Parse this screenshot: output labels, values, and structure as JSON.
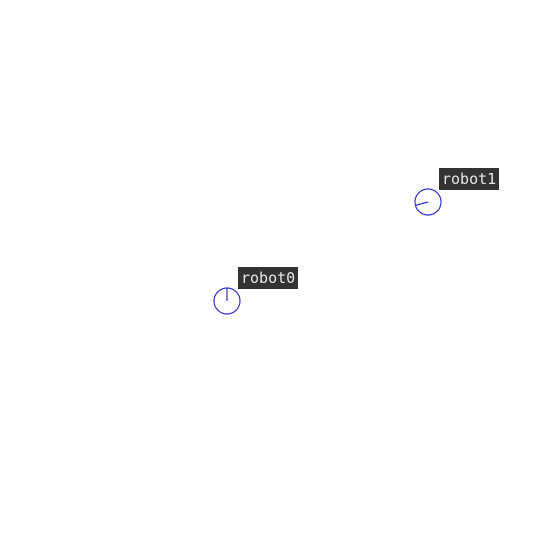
{
  "robots": [
    {
      "label": "robot0",
      "heading_deg": 0,
      "color": "#3333cc"
    },
    {
      "label": "robot1",
      "heading_deg": 255,
      "color": "#3333cc"
    }
  ],
  "label_style": {
    "background": "#333333",
    "text_color": "#e6e6e6"
  }
}
